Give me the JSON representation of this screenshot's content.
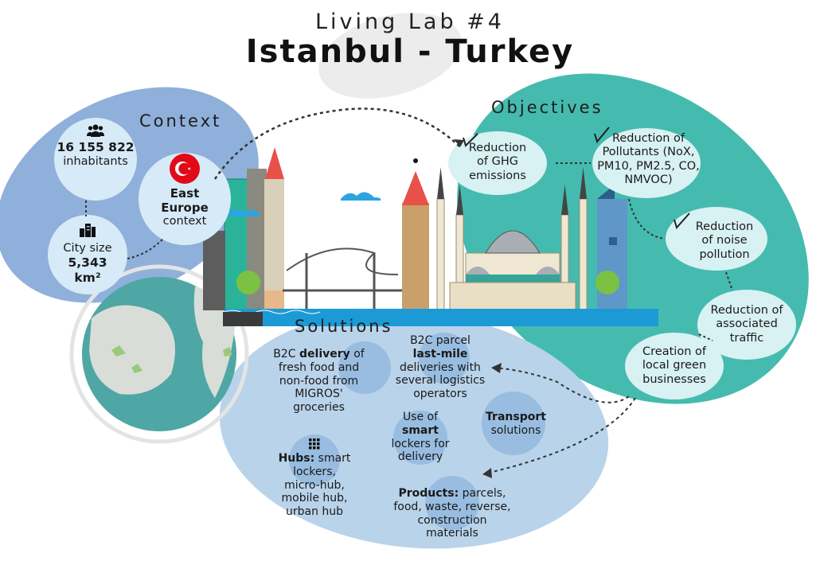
{
  "title": {
    "subtitle": "Living Lab #4",
    "main": "Istanbul - Turkey"
  },
  "context": {
    "heading": "Context",
    "population": {
      "value": "16 155 822",
      "label": "inhabitants"
    },
    "region": {
      "line1": "East",
      "line2": "Europe",
      "line3": "context"
    },
    "city_size": {
      "label": "City size",
      "value": "5,343",
      "unit": "km²"
    }
  },
  "objectives": {
    "heading": "Objectives",
    "items": [
      {
        "line1": "Reduction",
        "line2": "of GHG",
        "line3": "emissions"
      },
      {
        "line1": "Reduction of",
        "line2": "Pollutants (NoX,",
        "line3": "PM10, PM2.5, CO,",
        "line4": "NMVOC)"
      },
      {
        "line1": "Reduction",
        "line2": "of noise",
        "line3": "pollution"
      },
      {
        "line1": "Reduction of",
        "line2": "associated",
        "line3": "traffic"
      },
      {
        "line1": "Creation of",
        "line2": "local green",
        "line3": "businesses"
      }
    ]
  },
  "solutions": {
    "heading": "Solutions",
    "b2c_delivery": {
      "pre": "B2C ",
      "bold": "delivery",
      "post": " of",
      "line2": "fresh food and",
      "line3": "non-food from",
      "line4": "MIGROS'",
      "line5": "groceries"
    },
    "last_mile": {
      "line1": "B2C parcel",
      "bold": "last-mile",
      "line3": "deliveries with",
      "line4": "several logistics",
      "line5": "operators"
    },
    "smart_lockers": {
      "line1": "Use of",
      "bold": "smart",
      "line3": "lockers for",
      "line4": "delivery"
    },
    "transport": {
      "bold": "Transport",
      "line2": "solutions"
    },
    "hubs": {
      "bold": "Hubs:",
      "post": " smart",
      "line2": "lockers,",
      "line3": "micro-hub,",
      "line4": "mobile hub,",
      "line5": "urban hub"
    },
    "products": {
      "bold": "Products:",
      "post": " parcels,",
      "line2": "food, waste, reverse,",
      "line3": "construction",
      "line4": "materials"
    }
  },
  "colors": {
    "context_blob": "#8fb0da",
    "objectives_blob": "#45bbaf",
    "solutions_blob": "#b9d3ea",
    "circle_light": "#d6eaf8",
    "turkey_red": "#e30a17",
    "green_dot": "#7cc142"
  },
  "icons": [
    "people-icon",
    "turkey-flag-icon",
    "buildings-icon",
    "hub-grid-icon"
  ]
}
